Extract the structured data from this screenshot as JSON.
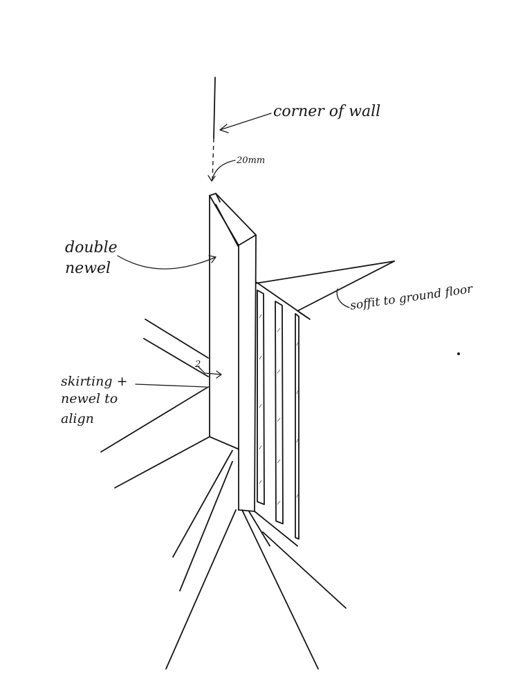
{
  "annotations": {
    "corner_of_wall": "corner of wall",
    "dimension": "20mm",
    "double_newel_line1": "double",
    "double_newel_line2": "newel",
    "soffit": "soffit to ground floor",
    "skirting_line1": "skirting +",
    "skirting_line2": "newel to",
    "skirting_line3": "align",
    "small_dimension": "2"
  },
  "colors": {
    "ink": "#141414",
    "paper": "#ffffff"
  }
}
